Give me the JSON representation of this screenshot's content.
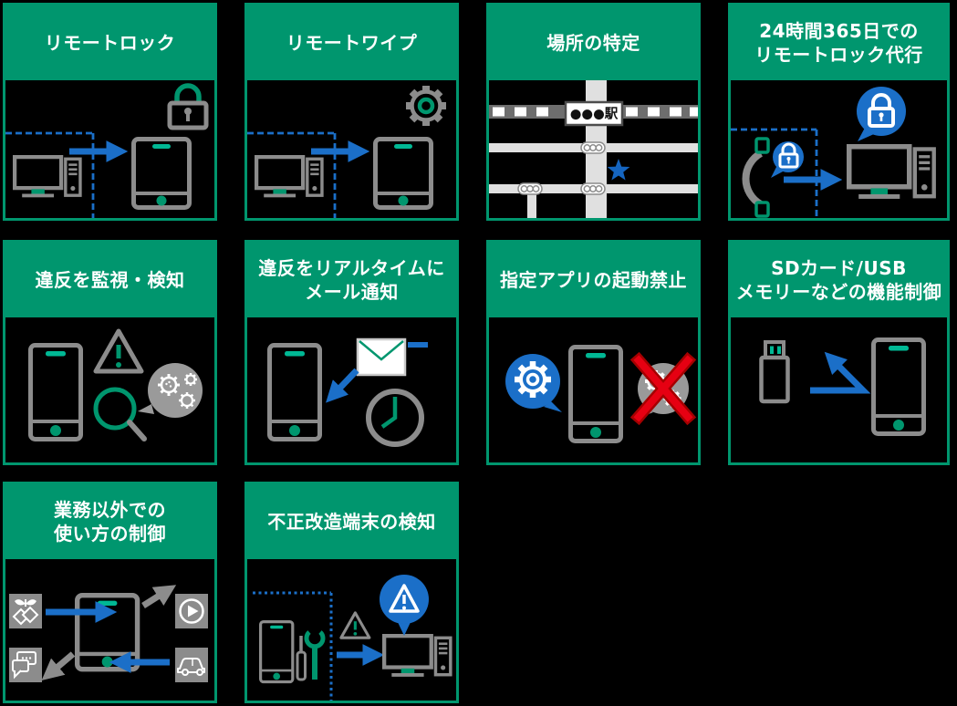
{
  "page": {
    "background": "#000000"
  },
  "palette": {
    "header_green": "#00966e",
    "accent_green": "#00b894",
    "blue": "#1b6fc8",
    "device_gray": "#8c8c8c",
    "bubble_gray": "#9a9a9a",
    "road_light_gray": "#e0e0e0",
    "rail_dark_gray": "#6e6e6e",
    "alert_red": "#e60012",
    "white": "#ffffff"
  },
  "cards": [
    {
      "id": "remote-lock",
      "title": "リモートロック",
      "icons": [
        "desktop-computer-icon",
        "arrow-right-icon",
        "tablet-icon",
        "lock-icon"
      ]
    },
    {
      "id": "remote-wipe",
      "title": "リモートワイプ",
      "icons": [
        "desktop-computer-icon",
        "arrow-right-icon",
        "tablet-icon",
        "gear-icon"
      ]
    },
    {
      "id": "locate",
      "title": "場所の特定",
      "station_label": "●●●駅",
      "icons": [
        "map-roads",
        "railway-line",
        "station-box",
        "traffic-signal-icon",
        "location-star-icon"
      ]
    },
    {
      "id": "remote-lock-service",
      "title": "24時間365日での\nリモートロック代行",
      "icons": [
        "phone-handset-icon",
        "lock-bubble-icon",
        "arrow-right-icon",
        "desktop-computer-icon"
      ]
    },
    {
      "id": "violation-detect",
      "title": "違反を監視・検知",
      "icons": [
        "smartphone-icon",
        "warning-triangle-icon",
        "magnifier-icon",
        "malware-bubble-icon"
      ]
    },
    {
      "id": "violation-mail",
      "title": "違反をリアルタイムに\nメール通知",
      "icons": [
        "smartphone-icon",
        "envelope-icon",
        "arrow-down-left-icon",
        "clock-icon"
      ]
    },
    {
      "id": "app-launch-block",
      "title": "指定アプリの起動禁止",
      "icons": [
        "gear-bubble-icon",
        "smartphone-icon",
        "blocked-apps-bubble-icon",
        "red-cross-icon"
      ]
    },
    {
      "id": "sd-usb-control",
      "title": "SDカード/USB\nメモリーなどの機能制御",
      "icons": [
        "usb-memory-icon",
        "bounce-arrow-icon",
        "smartphone-icon"
      ]
    },
    {
      "id": "non-business-usage-control",
      "title": "業務以外での\n使い方の制御",
      "icons": [
        "business-app-icon",
        "video-app-icon",
        "chat-app-icon",
        "car-app-icon",
        "tablet-icon",
        "allow-arrow-icon",
        "deny-arrow-icon"
      ]
    },
    {
      "id": "tampered-device-detect",
      "title": "不正改造端末の検知",
      "icons": [
        "smartphone-icon",
        "screwdriver-icon",
        "wrench-icon",
        "warning-triangle-icon",
        "arrow-right-icon",
        "alert-bubble-icon",
        "desktop-computer-icon"
      ]
    }
  ]
}
